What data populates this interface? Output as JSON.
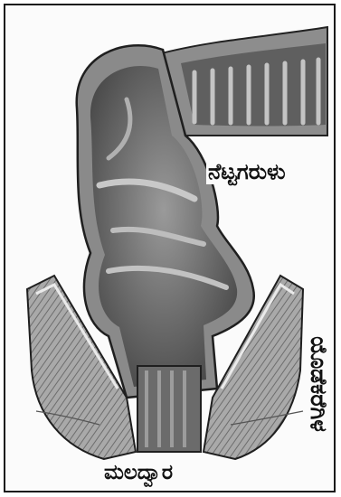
{
  "labels": {
    "nerves": "ನೆಟ್ಟಗರುಳು",
    "anus": "ಮಲದ್ವಾರ",
    "lateral": "ಯೊಡೆಕರೆಗಿಳ"
  },
  "colors": {
    "border": "#1a1a1a",
    "wall": "#8c8c8c",
    "lumen": "#5e5e5e",
    "fold": "#b5b5b5",
    "muscle": "#9a9a9a"
  }
}
